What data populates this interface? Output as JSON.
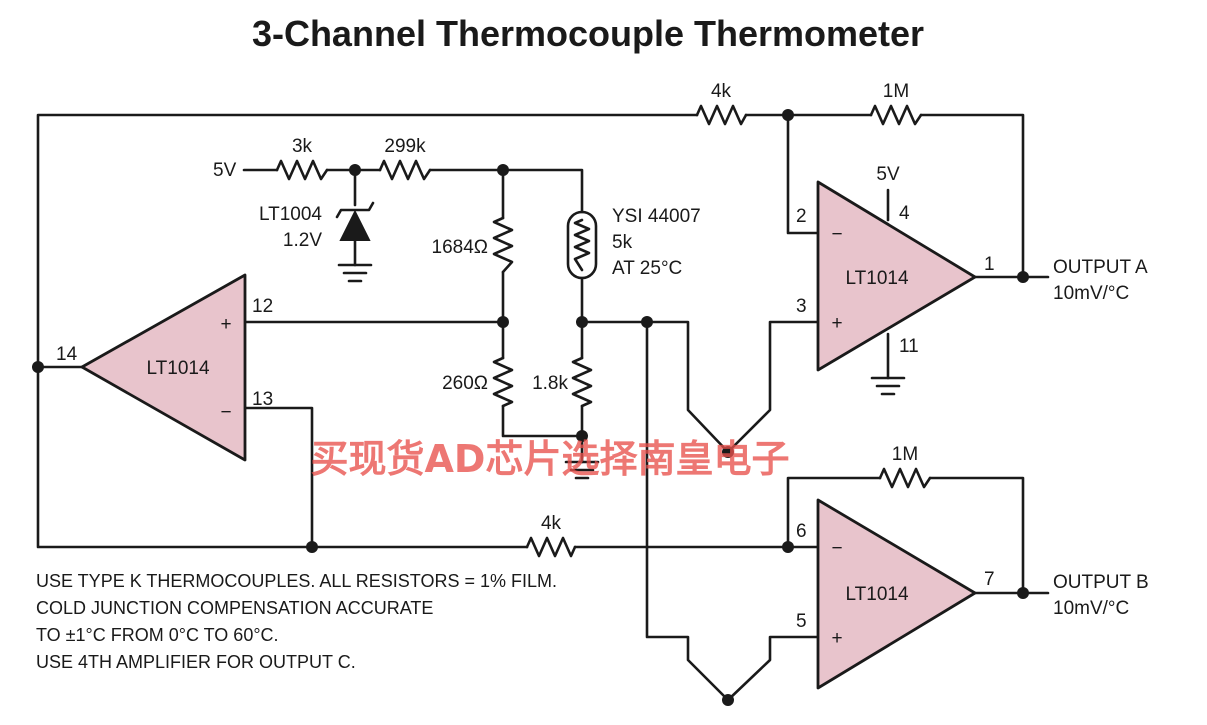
{
  "title": "3-Channel Thermocouple Thermometer",
  "components": {
    "r_4k_top": "4k",
    "r_1m_top": "1M",
    "r_3k": "3k",
    "r_299k": "299k",
    "supply_left": "5V",
    "supply_amp_a": "5V",
    "diode_name": "LT1004",
    "diode_value": "1.2V",
    "r_1684": "1684Ω",
    "r_260": "260Ω",
    "r_1_8k": "1.8k",
    "thermistor_name": "YSI 44007",
    "thermistor_value": "5k",
    "thermistor_temp": "AT 25°C",
    "r_4k_bottom": "4k",
    "r_1m_bottom": "1M"
  },
  "amplifiers": {
    "left": {
      "name": "LT1014",
      "pin_plus": "12",
      "pin_minus": "13",
      "pin_out": "14"
    },
    "amp_a": {
      "name": "LT1014",
      "pin_minus": "2",
      "pin_plus": "3",
      "pin_out": "1",
      "pin_vplus": "4",
      "pin_vminus": "11"
    },
    "amp_b": {
      "name": "LT1014",
      "pin_minus": "6",
      "pin_plus": "5",
      "pin_out": "7"
    }
  },
  "signs": {
    "plus": "+",
    "minus": "−"
  },
  "outputs": {
    "a_label": "OUTPUT A",
    "a_scale": "10mV/°C",
    "b_label": "OUTPUT B",
    "b_scale": "10mV/°C"
  },
  "notes": [
    "USE TYPE K THERMOCOUPLES. ALL RESISTORS = 1% FILM.",
    "COLD JUNCTION COMPENSATION ACCURATE",
    "TO ±1°C FROM 0°C TO 60°C.",
    "USE 4TH AMPLIFIER FOR OUTPUT C."
  ],
  "watermark": "买现货AD芯片选择南皇电子",
  "colors": {
    "amp_fill": "#e8c4cc",
    "ink": "#1a1a1a",
    "watermark": "#e8514d"
  }
}
